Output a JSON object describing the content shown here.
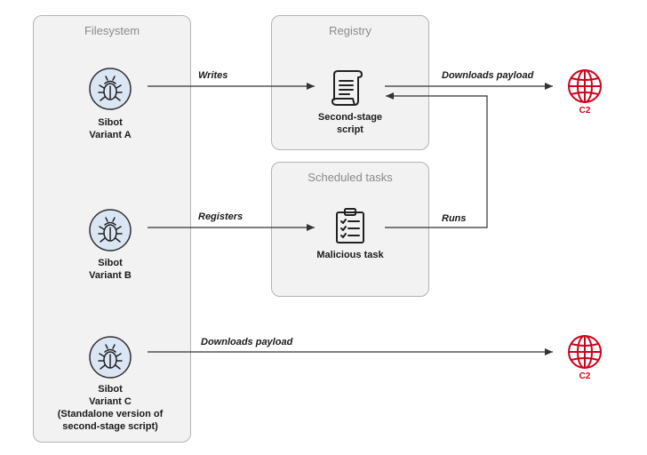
{
  "panels": {
    "filesystem": "Filesystem",
    "registry": "Registry",
    "scheduled": "Scheduled tasks"
  },
  "nodes": {
    "variant_a": [
      "Sibot",
      "Variant A"
    ],
    "variant_b": [
      "Sibot",
      "Variant B"
    ],
    "variant_c": [
      "Sibot",
      "Variant C",
      "(Standalone version of",
      "second-stage script)"
    ],
    "script": [
      "Second-stage",
      "script"
    ],
    "task": "Malicious task",
    "c2_top": "C2",
    "c2_bottom": "C2"
  },
  "edges": {
    "writes": "Writes",
    "downloads_top": "Downloads payload",
    "registers": "Registers",
    "runs": "Runs",
    "downloads_bottom": "Downloads payload"
  },
  "colors": {
    "c2_red": "#d0021b",
    "bug_fill": "#dbe6f4"
  },
  "icons": [
    "bug-icon",
    "scroll-icon",
    "clipboard-icon",
    "globe-icon"
  ]
}
